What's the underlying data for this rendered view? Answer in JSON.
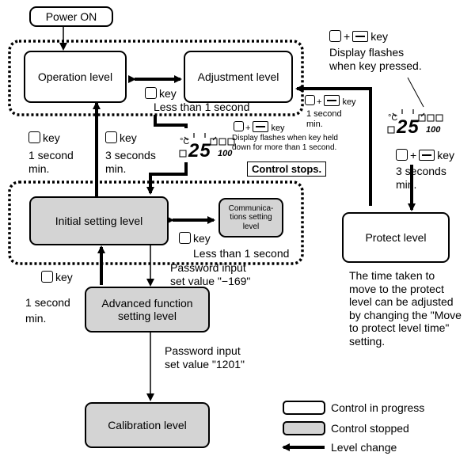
{
  "nodes": {
    "power_on": "Power ON",
    "operation": "Operation level",
    "adjustment": "Adjustment level",
    "initial": "Initial setting level",
    "communications": "Communica-\ntions setting\nlevel",
    "protect": "Protect level",
    "advanced": "Advanced function\nsetting level",
    "calibration": "Calibration level"
  },
  "labels": {
    "key_op_adj": "key",
    "less1_top": "Less than 1 second",
    "key_left1": "key",
    "one_second_min_left": "1 second\nmin.",
    "key_left2": "key",
    "three_seconds_min_left": "3 seconds\nmin.",
    "key_flash_mid": "key",
    "display_flashes_held": "Display flashes when key held\ndown for more than 1 second.",
    "control_stops": "Control stops.",
    "key_right_top": "key",
    "display_flashes_pressed": "Display flashes\nwhen key pressed.",
    "key_right_mid": "key",
    "one_second_min_right": "1 second\nmin.",
    "key_right_low": "key",
    "three_seconds_min_right": "3 seconds\nmin.",
    "key_init_comm": "key",
    "less1_bottom": "Less than 1 second",
    "key_bottom_left": "key",
    "one_second_min_bottom": "1 second\nmin.",
    "password_169": "Password input\nset value \"−169\"",
    "password_1201": "Password input\nset value \"1201\"",
    "protect_note": "The time taken to\nmove to the protect\nlevel can be adjusted\nby changing the \"Move\nto protect level time\"\nsetting."
  },
  "display": {
    "unit": "°C",
    "value": "25",
    "sub_value": "100"
  },
  "legend": {
    "in_progress": "Control in progress",
    "stopped": "Control stopped",
    "level_change": "Level change"
  }
}
